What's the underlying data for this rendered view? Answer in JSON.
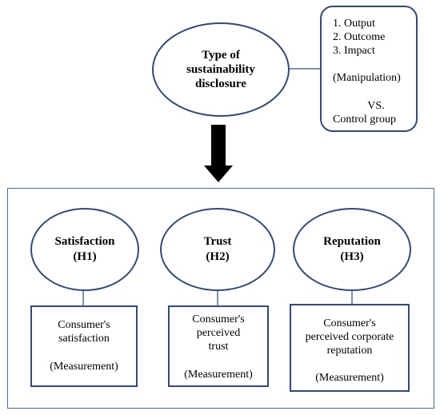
{
  "top": {
    "ellipse_lines": [
      "Type of",
      "sustainability",
      "disclosure"
    ],
    "box": {
      "items": [
        "1. Output",
        "2. Outcome",
        "3. Impact"
      ],
      "manipulation": "(Manipulation)",
      "vs": "VS.",
      "control": "Control group"
    }
  },
  "hypotheses": [
    {
      "ellipse": [
        "Satisfaction",
        "(H1)"
      ],
      "box": [
        "Consumer's",
        "satisfaction"
      ],
      "measurement": "(Measurement)"
    },
    {
      "ellipse": [
        "Trust",
        "(H2)"
      ],
      "box": [
        "Consumer's",
        "perceived",
        "trust"
      ],
      "measurement": "(Measurement)"
    },
    {
      "ellipse": [
        "Reputation",
        "(H3)"
      ],
      "box": [
        "Consumer's",
        "perceived corporate",
        "reputation"
      ],
      "measurement": "(Measurement)"
    }
  ],
  "colors": {
    "border": "#2f4b7c",
    "frame": "#4a6fa5",
    "arrow": "#000000"
  }
}
